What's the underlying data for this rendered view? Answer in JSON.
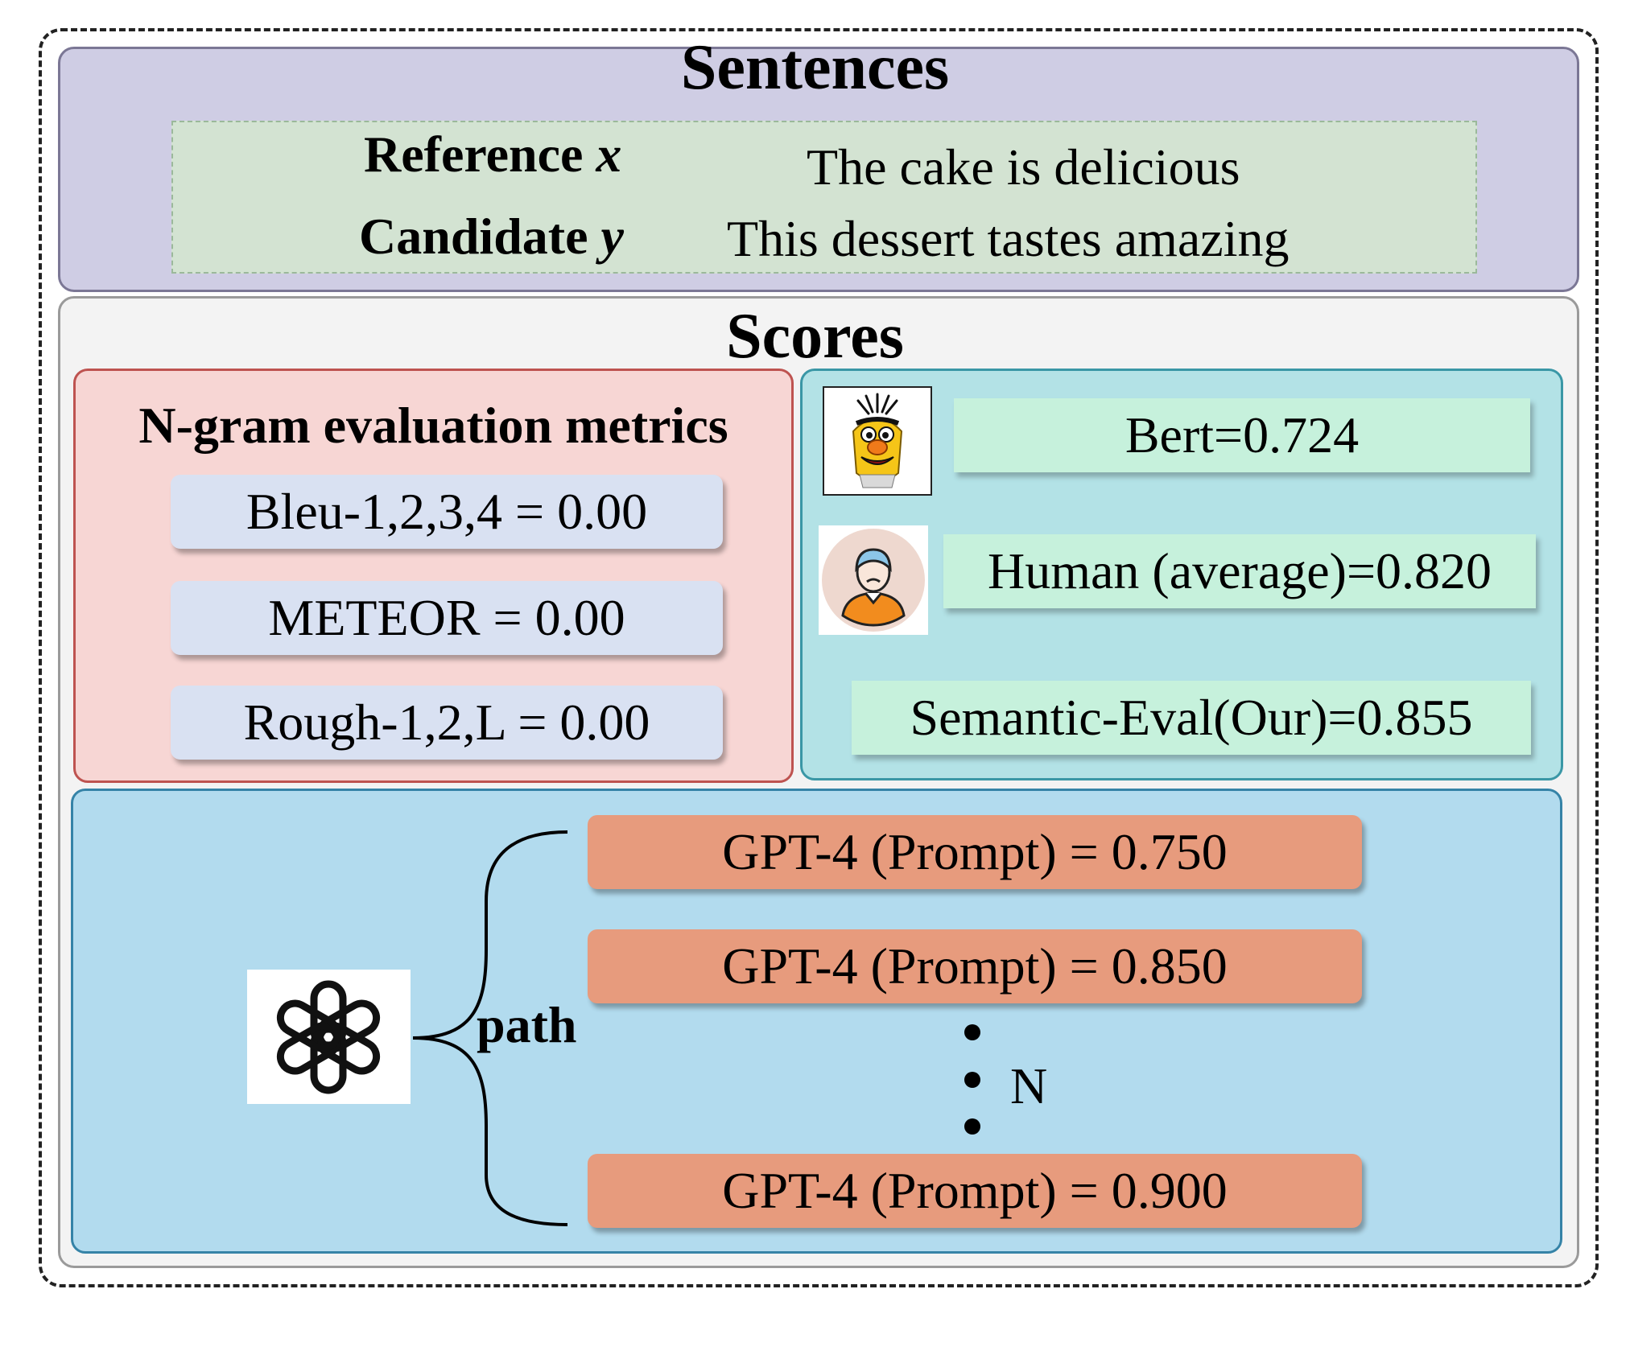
{
  "sentences": {
    "title": "Sentences",
    "reference_label": "Reference",
    "reference_var": "x",
    "reference_text": "The cake is delicious",
    "candidate_label": "Candidate",
    "candidate_var": "y",
    "candidate_text": "This dessert tastes amazing"
  },
  "scores": {
    "title": "Scores",
    "ngram": {
      "title": "N-gram evaluation metrics",
      "items": [
        "Bleu-1,2,3,4 = 0.00",
        "METEOR = 0.00",
        "Rough-1,2,L = 0.00"
      ]
    },
    "model_based": {
      "bert": "Bert=0.724",
      "human": "Human (average)=0.820",
      "semantic_eval": "Semantic-Eval(Our)=0.855"
    },
    "gpt": {
      "path_label": "path",
      "items": [
        "GPT-4 (Prompt) = 0.750",
        "GPT-4 (Prompt) = 0.850",
        "GPT-4 (Prompt) = 0.900"
      ],
      "n_label": "N"
    }
  },
  "icons": {
    "bert": "bert-muppet-icon",
    "human": "human-avatar-icon",
    "gpt": "openai-logo-icon"
  },
  "colors": {
    "sentences_bg": "#cfcde4",
    "sentence_inner_bg": "#d3e3d2",
    "ngram_bg": "#f7d6d4",
    "ngram_item_bg": "#d9e1f2",
    "model_bg": "#b3e2e6",
    "model_item_bg": "#c6f1dc",
    "gpt_bg": "#b2dbee",
    "gpt_item_bg": "#e79b7d"
  }
}
